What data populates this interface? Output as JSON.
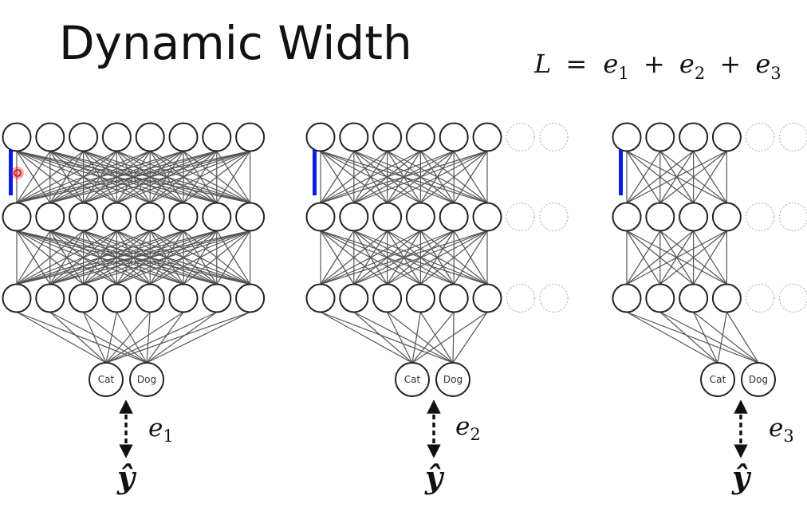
{
  "slide": {
    "title": "Dynamic Width"
  },
  "loss_equation": {
    "lhs": "L",
    "equals": "=",
    "plus": "+",
    "terms": [
      {
        "var": "e",
        "sub": "1"
      },
      {
        "var": "e",
        "sub": "2"
      },
      {
        "var": "e",
        "sub": "3"
      }
    ]
  },
  "networks": [
    {
      "active_width": 8,
      "total_width": 8,
      "output_labels": [
        "Cat",
        "Dog"
      ],
      "error_var": "e",
      "error_sub": "1",
      "target_label": "ŷ"
    },
    {
      "active_width": 6,
      "total_width": 8,
      "output_labels": [
        "Cat",
        "Dog"
      ],
      "error_var": "e",
      "error_sub": "2",
      "target_label": "ŷ"
    },
    {
      "active_width": 4,
      "total_width": 6,
      "output_labels": [
        "Cat",
        "Dog"
      ],
      "error_var": "e",
      "error_sub": "3",
      "target_label": "ŷ"
    }
  ],
  "colors": {
    "node_stroke": "#222222",
    "edge": "#555555",
    "disabled_node": "#bbbbbb",
    "marker": "#0a1ee6",
    "cursor": "#e02020"
  }
}
